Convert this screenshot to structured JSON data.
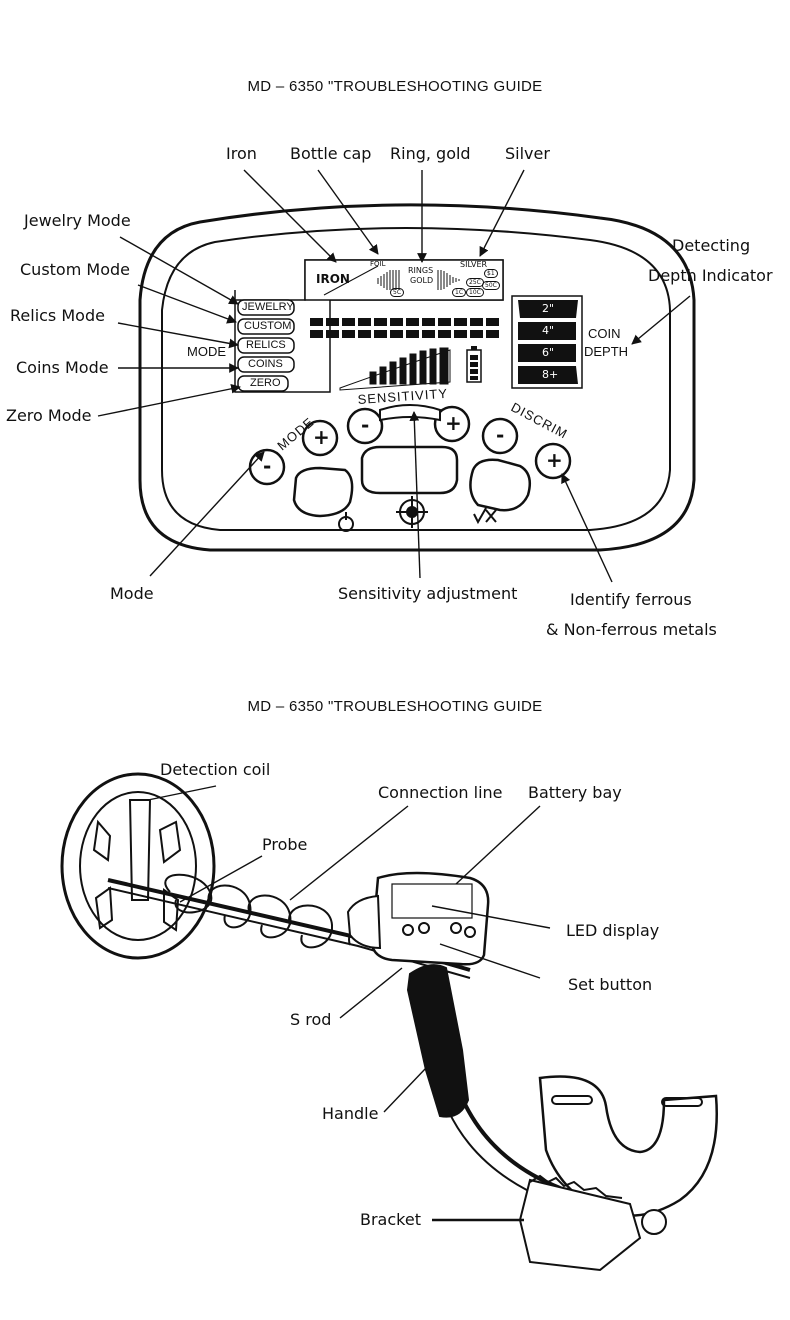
{
  "panel": {
    "title": "MD – 6350 \"TROUBLESHOOTING GUIDE",
    "callouts": {
      "iron": "Iron",
      "bottle_cap": "Bottle cap",
      "ring_gold": "Ring, gold",
      "silver": "Silver",
      "jewelry_mode": "Jewelry Mode",
      "custom_mode": "Custom Mode",
      "relics_mode": "Relics Mode",
      "coins_mode": "Coins Mode",
      "zero_mode": "Zero Mode",
      "depth_line1": "Detecting",
      "depth_line2": "Depth Indicator",
      "mode": "Mode",
      "sensitivity": "Sensitivity adjustment",
      "identify_line1": "Identify ferrous",
      "identify_line2": "& Non-ferrous metals"
    },
    "screen": {
      "target_iron": "IRON",
      "target_foil": "FOIL",
      "target_rings": "RINGS",
      "target_gold": "GOLD",
      "target_silver": "SILVER",
      "coin_5c": "5C",
      "coin_1c": "1C",
      "coin_10c": "10C",
      "coin_25c": "25C",
      "coin_s1": "$1",
      "coin_50c": "50C",
      "mode_label": "MODE",
      "modes": [
        "JEWELRY",
        "CUSTOM",
        "RELICS",
        "COINS",
        "ZERO"
      ],
      "depths": [
        "2\"",
        "4\"",
        "6\"",
        "8+"
      ],
      "coin_depth_1": "COIN",
      "coin_depth_2": "DEPTH"
    },
    "controls": {
      "mode_arc": "MODE",
      "sensitivity_arc": "SENSITIVITY",
      "discrim_arc": "DISCRIM",
      "minus": "-",
      "plus": "+"
    }
  },
  "device": {
    "title": "MD – 6350 \"TROUBLESHOOTING GUIDE",
    "callouts": {
      "detection_coil": "Detection coil",
      "connection_line": "Connection line",
      "battery_bay": "Battery bay",
      "probe": "Probe",
      "led_display": "LED display",
      "set_button": "Set button",
      "s_rod": "S rod",
      "handle": "Handle",
      "bracket": "Bracket"
    }
  }
}
